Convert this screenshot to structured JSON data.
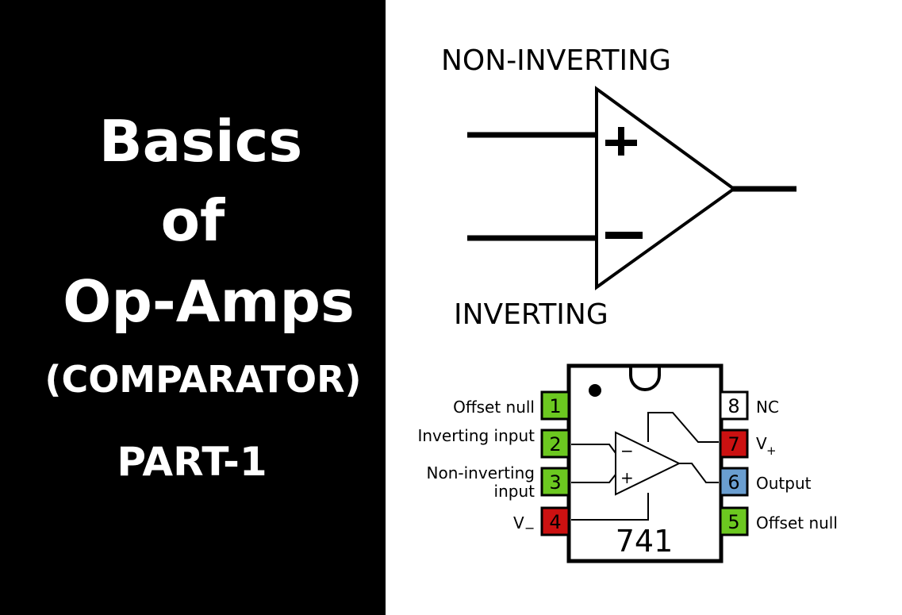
{
  "title": {
    "line1": "Basics",
    "line2": "of",
    "line3": "Op-Amps",
    "line4": "(COMPARATOR)",
    "line5": "PART-1"
  },
  "opamp_symbol": {
    "non_inverting_label": "NON-INVERTING",
    "inverting_label": "INVERTING",
    "plus_sign": "+",
    "minus_sign": "−"
  },
  "ic741": {
    "part_number": "741",
    "pins": [
      {
        "number": "1",
        "label": "Offset null",
        "color": "#6cc820"
      },
      {
        "number": "2",
        "label": "Inverting input",
        "color": "#6cc820"
      },
      {
        "number": "3",
        "label_line1": "Non-inverting",
        "label_line2": "input",
        "color": "#6cc820"
      },
      {
        "number": "4",
        "label": "V",
        "label_sub": "−",
        "color": "#cc1111"
      },
      {
        "number": "5",
        "label": "Offset null",
        "color": "#6cc820"
      },
      {
        "number": "6",
        "label": "Output",
        "color": "#6a9ed0"
      },
      {
        "number": "7",
        "label": "V",
        "label_sub": "+",
        "color": "#cc1111"
      },
      {
        "number": "8",
        "label": "NC",
        "color": "#ffffff"
      }
    ],
    "inner_plus": "+",
    "inner_minus": "−"
  }
}
